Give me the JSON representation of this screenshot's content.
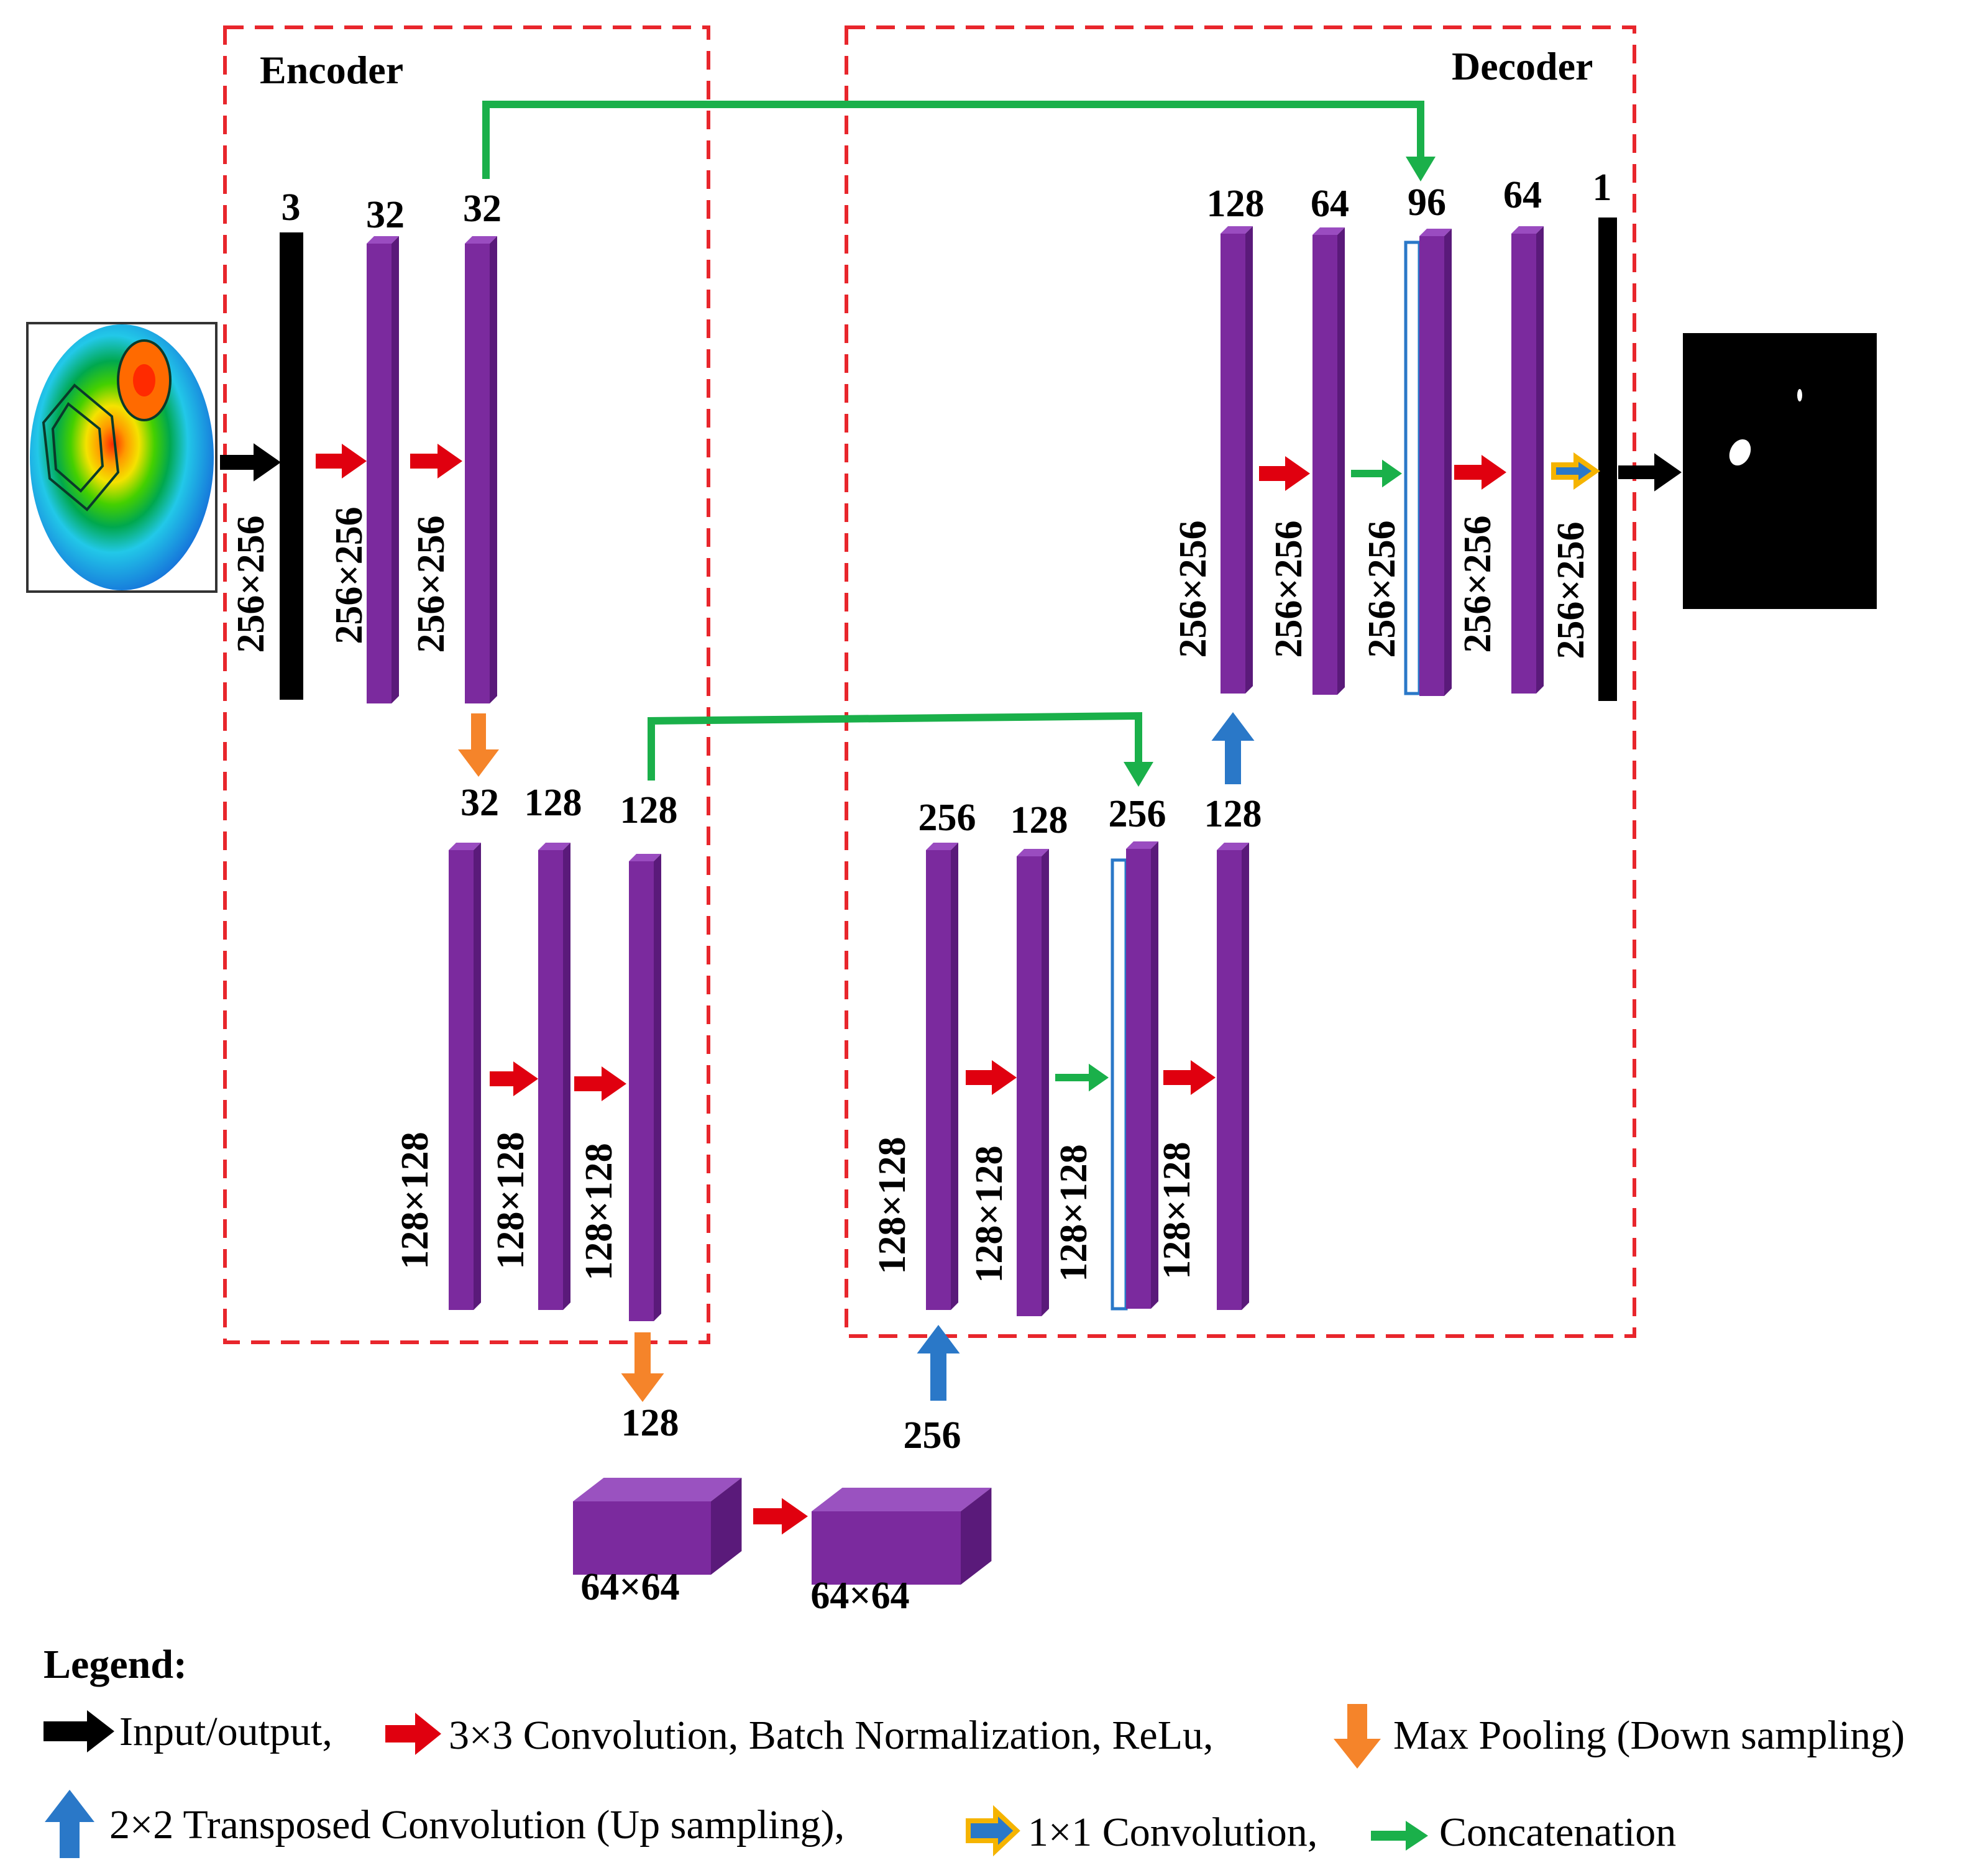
{
  "headers": {
    "encoder": "Encoder",
    "decoder": "Decoder"
  },
  "channels": {
    "enc1_in": "3",
    "enc1_a": "32",
    "enc1_b": "32",
    "enc2_a": "32",
    "enc2_b": "128",
    "enc2_c": "128",
    "bottleneck_a": "128",
    "bottleneck_b": "256",
    "dec2_a": "256",
    "dec2_b": "128",
    "dec2_c": "256",
    "dec2_d": "128",
    "dec1_a": "128",
    "dec1_b": "64",
    "dec1_c": "96",
    "dec1_d": "64",
    "dec1_out": "1"
  },
  "dims": {
    "d256": "256×256",
    "d128": "128×128",
    "d64": "64×64"
  },
  "legend": {
    "title": "Legend:",
    "io": "Input/output,",
    "conv3": "3×3 Convolution, Batch Normalization, ReLu,",
    "pool": "Max Pooling (Down sampling)",
    "upconv": "2×2 Transposed Convolution (Up sampling),",
    "conv1": "1×1 Convolution,",
    "concat": "Concatenation"
  },
  "colors": {
    "layer_purple": "#7b2a9e",
    "conv_arrow_red": "#e0000f",
    "pool_arrow_orange": "#f5842a",
    "up_arrow_blue": "#2a78c8",
    "concat_green": "#1ab04a",
    "frame_dash_red": "#e8262c",
    "conv1_yellow": "#f5b400"
  }
}
